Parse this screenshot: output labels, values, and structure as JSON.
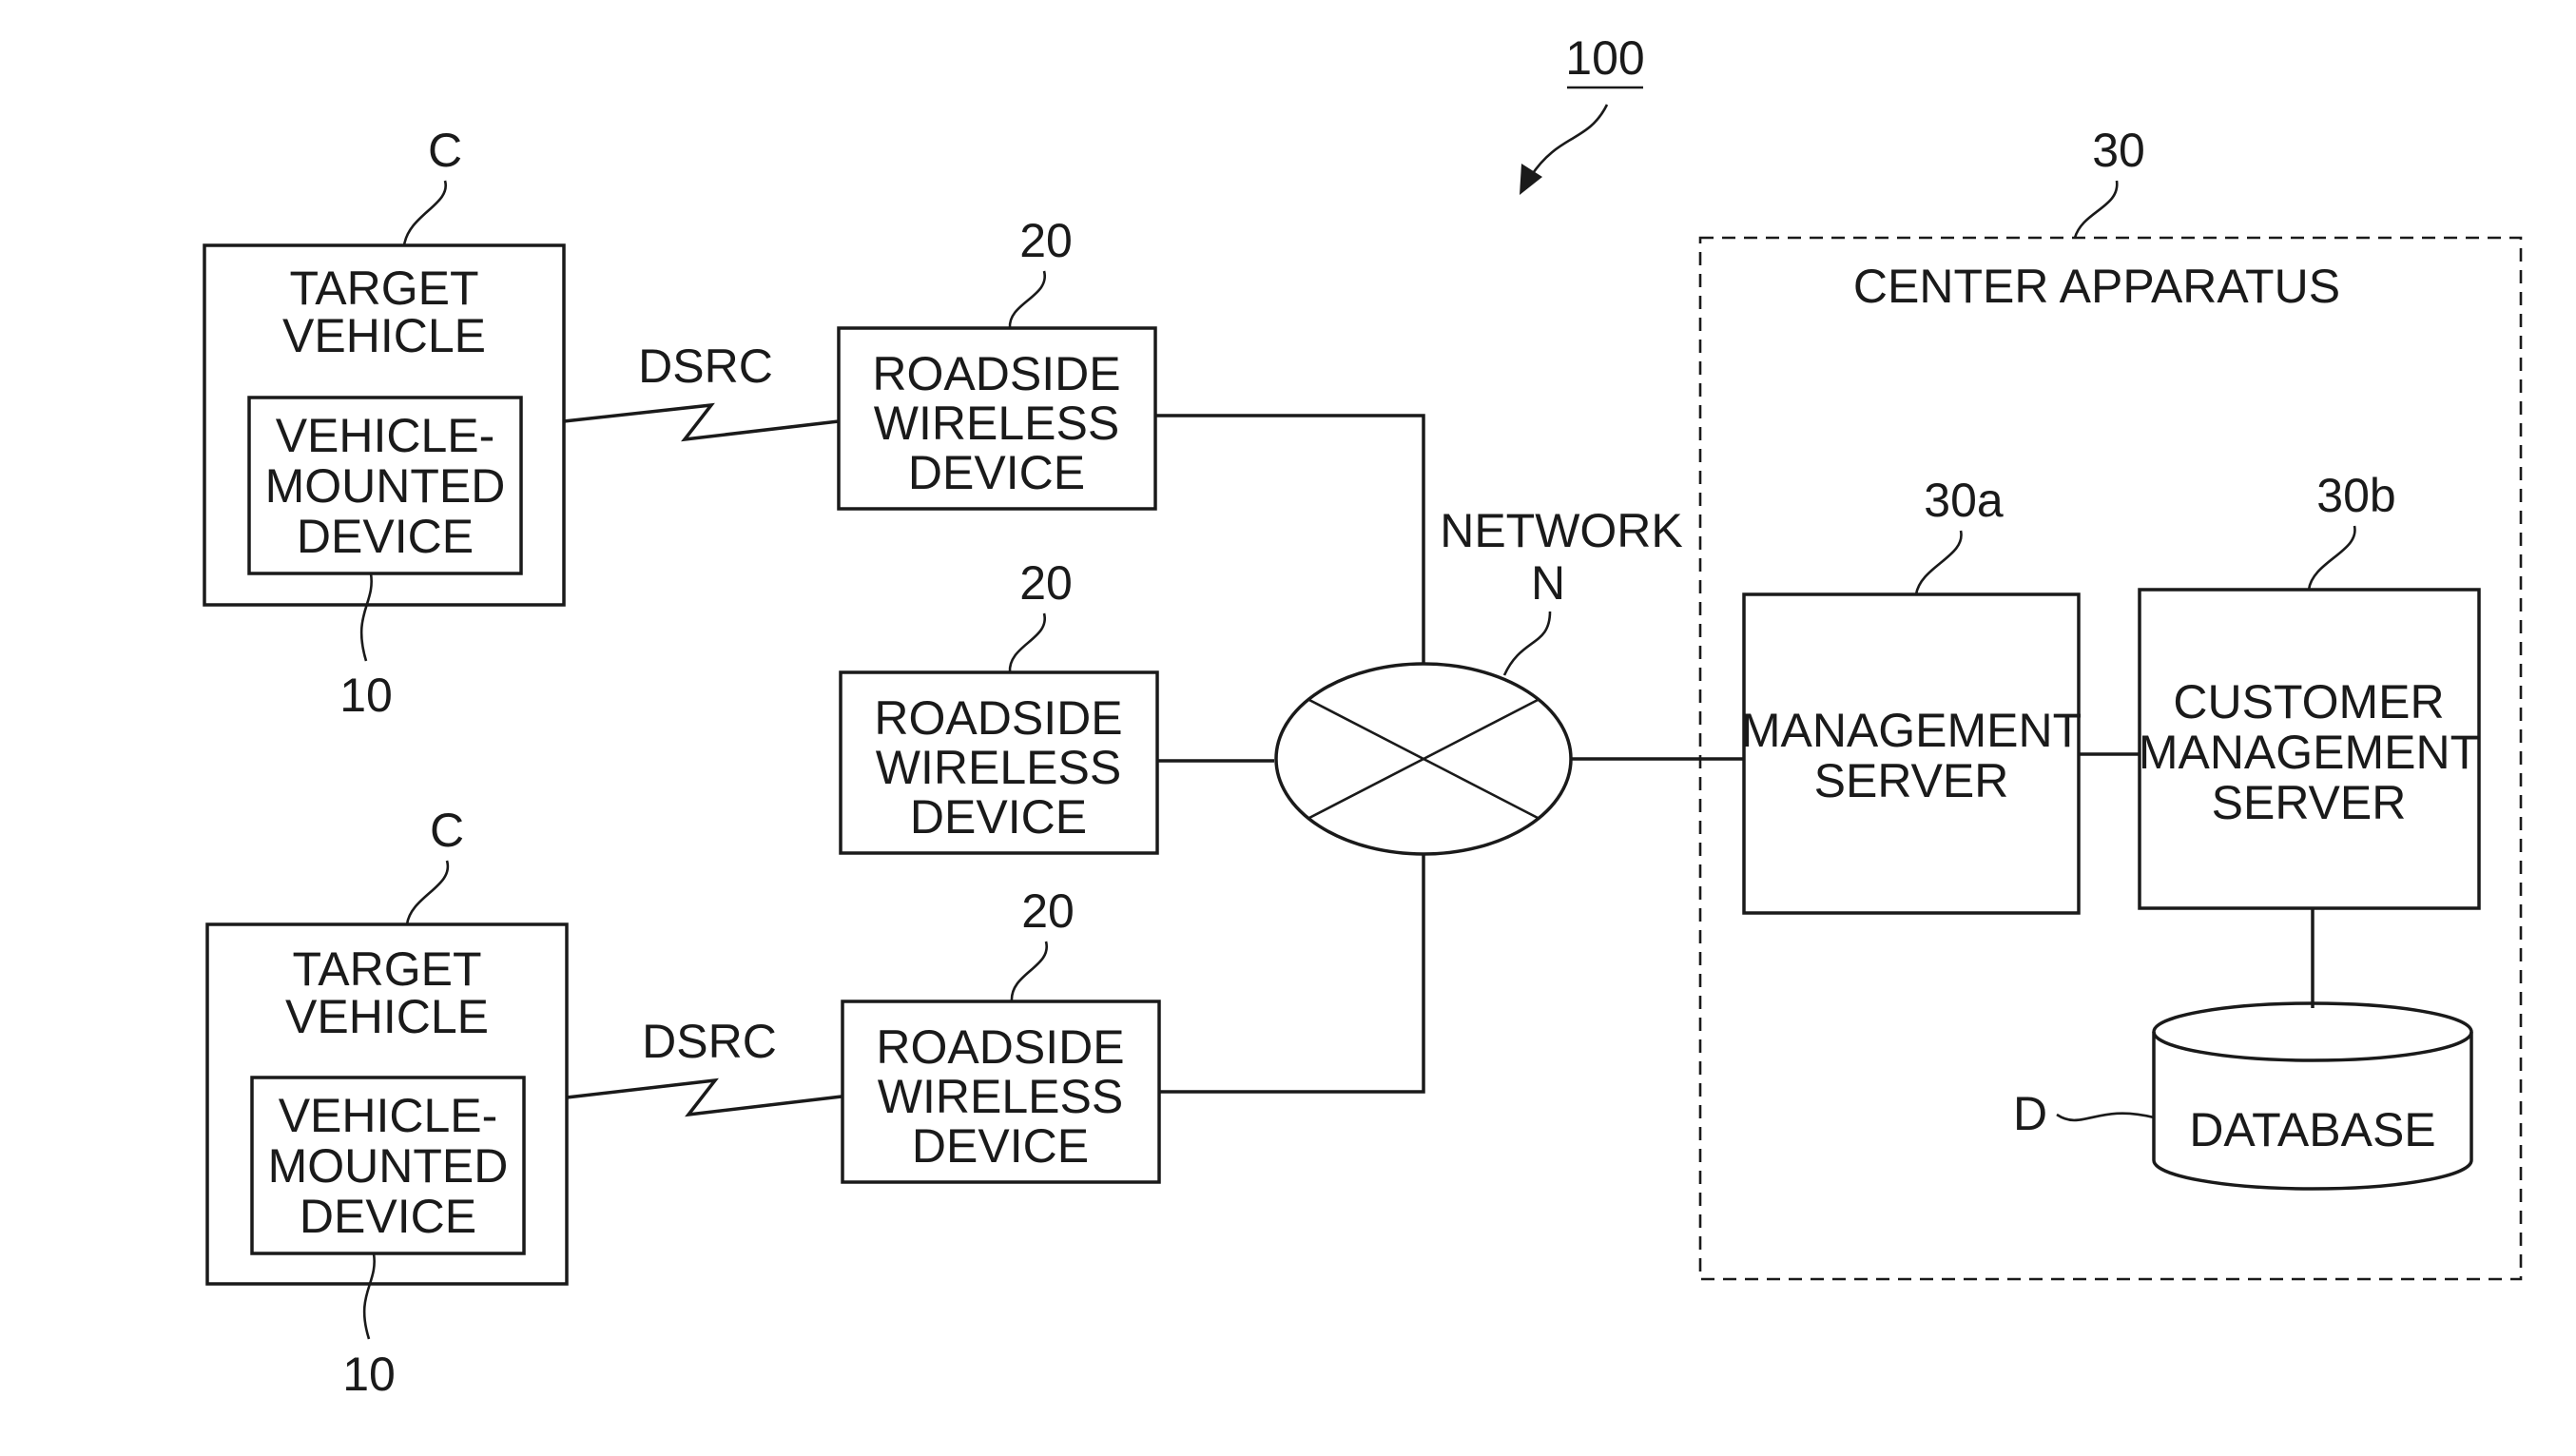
{
  "figure_ref": "100",
  "vehicles": [
    {
      "ref": "C",
      "title_lines": [
        "TARGET",
        "VEHICLE"
      ],
      "device_lines": [
        "VEHICLE-",
        "MOUNTED",
        "DEVICE"
      ],
      "device_ref": "10",
      "link_label": "DSRC"
    },
    {
      "ref": "C",
      "title_lines": [
        "TARGET",
        "VEHICLE"
      ],
      "device_lines": [
        "VEHICLE-",
        "MOUNTED",
        "DEVICE"
      ],
      "device_ref": "10",
      "link_label": "DSRC"
    }
  ],
  "roadside_devices": [
    {
      "ref": "20",
      "lines": [
        "ROADSIDE",
        "WIRELESS",
        "DEVICE"
      ]
    },
    {
      "ref": "20",
      "lines": [
        "ROADSIDE",
        "WIRELESS",
        "DEVICE"
      ]
    },
    {
      "ref": "20",
      "lines": [
        "ROADSIDE",
        "WIRELESS",
        "DEVICE"
      ]
    }
  ],
  "network": {
    "label": "NETWORK",
    "ref": "N"
  },
  "center": {
    "ref": "30",
    "title": "CENTER APPARATUS",
    "management_server": {
      "ref": "30a",
      "lines": [
        "MANAGEMENT",
        "SERVER"
      ]
    },
    "customer_server": {
      "ref": "30b",
      "lines": [
        "CUSTOMER",
        "MANAGEMENT",
        "SERVER"
      ]
    },
    "database": {
      "ref": "D",
      "label": "DATABASE"
    }
  }
}
